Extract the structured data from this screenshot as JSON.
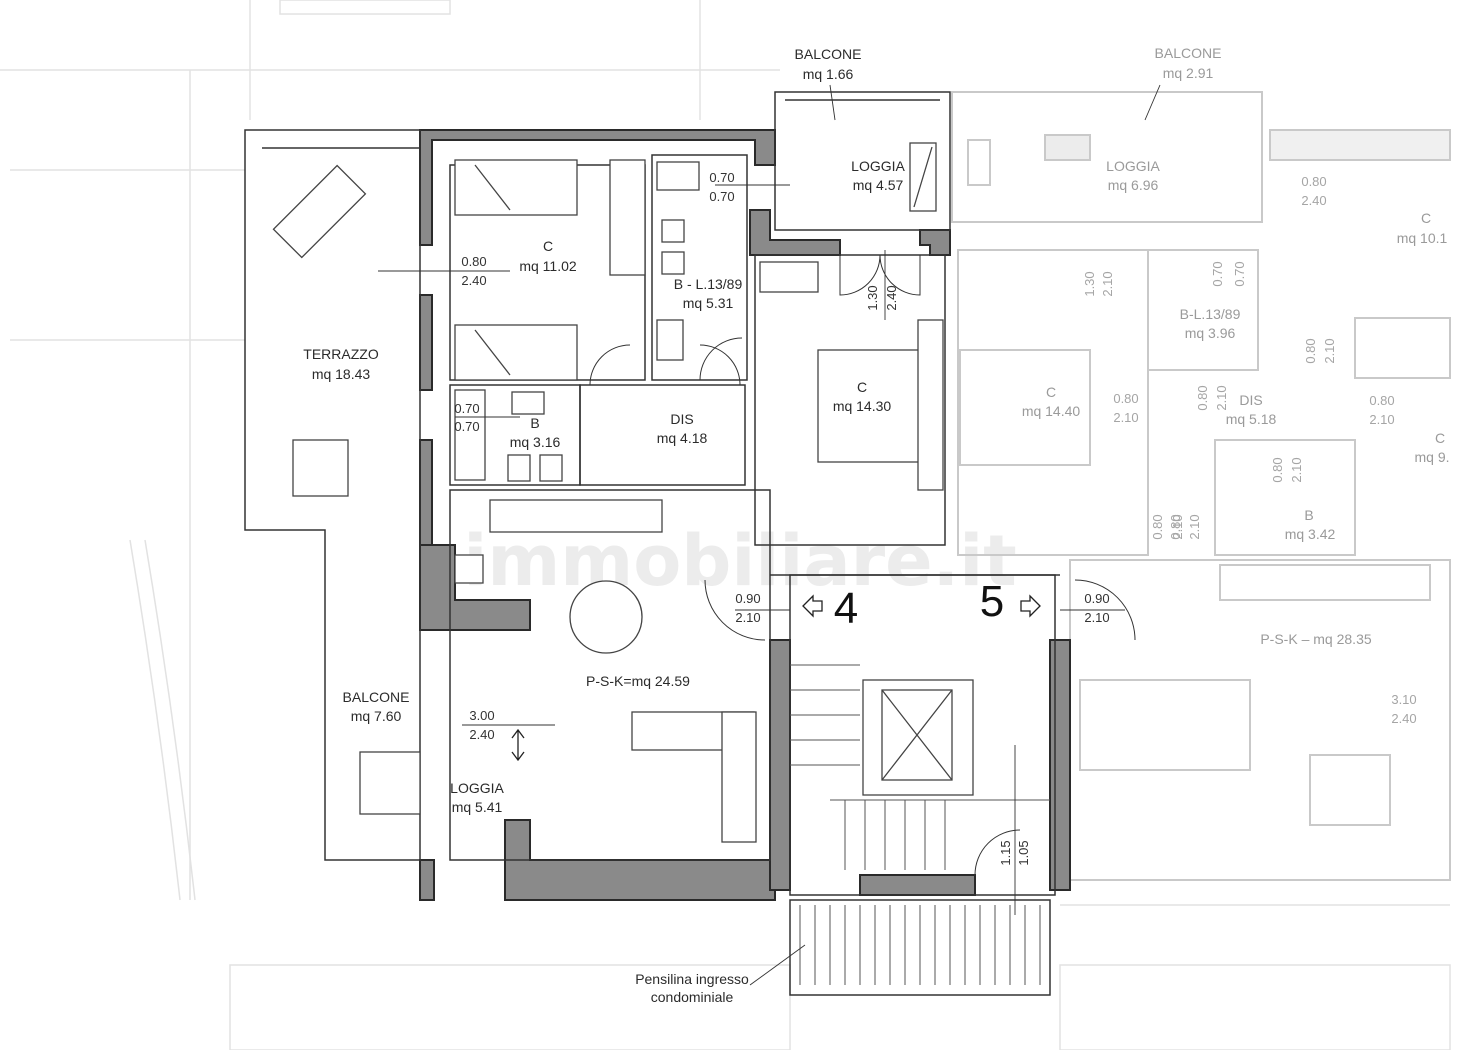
{
  "watermark": "immobiliare.it",
  "unit_numbers": {
    "left": "4",
    "right": "5"
  },
  "rooms": {
    "balcone_top": {
      "name": "BALCONE",
      "area": "mq 1.66"
    },
    "balcone_top_right": {
      "name": "BALCONE",
      "area": "mq 2.91"
    },
    "loggia_top": {
      "name": "LOGGIA",
      "area": "mq 4.57"
    },
    "loggia_top_right": {
      "name": "LOGGIA",
      "area": "mq 6.96"
    },
    "terrazzo": {
      "name": "TERRAZZO",
      "area": "mq 18.43"
    },
    "camera_1": {
      "name": "C",
      "area": "mq 11.02"
    },
    "bagno_l13": {
      "name": "B - L.13/89",
      "area": "mq 5.31"
    },
    "bagno": {
      "name": "B",
      "area": "mq 3.16"
    },
    "dis": {
      "name": "DIS",
      "area": "mq 4.18"
    },
    "camera_2": {
      "name": "C",
      "area": "mq 14.30"
    },
    "psk": {
      "name": "P-S-K=",
      "area": "mq 24.59"
    },
    "balcone_left": {
      "name": "BALCONE",
      "area": "mq 7.60"
    },
    "loggia_left": {
      "name": "LOGGIA",
      "area": "mq 5.41"
    },
    "camera_r1": {
      "name": "C",
      "area": "mq 14.40"
    },
    "bagno_r_l13": {
      "name": "B-L.13/89",
      "area": "mq 3.96"
    },
    "dis_r": {
      "name": "DIS",
      "area": "mq 5.18"
    },
    "camera_r2": {
      "name": "C",
      "area": "mq 10.1"
    },
    "camera_r3": {
      "name": "C",
      "area": "mq 9."
    },
    "bagno_r": {
      "name": "B",
      "area": "mq 3.42"
    },
    "psk_r": {
      "name": "P-S-K",
      "area": "mq 28.35"
    }
  },
  "dimensions": {
    "d_c1_door": {
      "w": "0.80",
      "h": "2.40"
    },
    "d_b1_win": {
      "w": "0.70",
      "h": "0.70"
    },
    "d_b2_win": {
      "w": "0.70",
      "h": "0.70"
    },
    "d_c2_door": {
      "w": "1.30",
      "h": "2.40"
    },
    "d_entry4": {
      "w": "0.90",
      "h": "2.10"
    },
    "d_entry5": {
      "w": "0.90",
      "h": "2.10"
    },
    "d_loggia": {
      "w": "3.00",
      "h": "2.40"
    },
    "d_stair": {
      "w": "1.15",
      "h": "1.05"
    },
    "d_r_c1": {
      "w": "0.80",
      "h": "2.10"
    },
    "d_r_c1b": {
      "w": "1.30",
      "h": "2.10"
    },
    "d_r_top": {
      "w": "0.80",
      "h": "2.40"
    },
    "d_r_dis": {
      "w": "0.80",
      "h": "2.10"
    },
    "d_r_b": {
      "w": "0.70",
      "h": "0.70"
    },
    "d_r_c2": {
      "w": "0.80",
      "h": "2.10"
    },
    "d_r_b2": {
      "w": "0.80",
      "h": "2.10"
    },
    "d_r_psk": {
      "w": "3.10",
      "h": "2.40"
    },
    "d_r_bot1": {
      "w": "0.80",
      "h": "2.10"
    },
    "d_r_bot2": {
      "w": "0.80",
      "h": "2.10"
    },
    "d_r_c3": {
      "w": "0.80",
      "h": "2.10"
    }
  },
  "annotation": {
    "line1": "Pensilina ingresso",
    "line2": "condominiale"
  }
}
